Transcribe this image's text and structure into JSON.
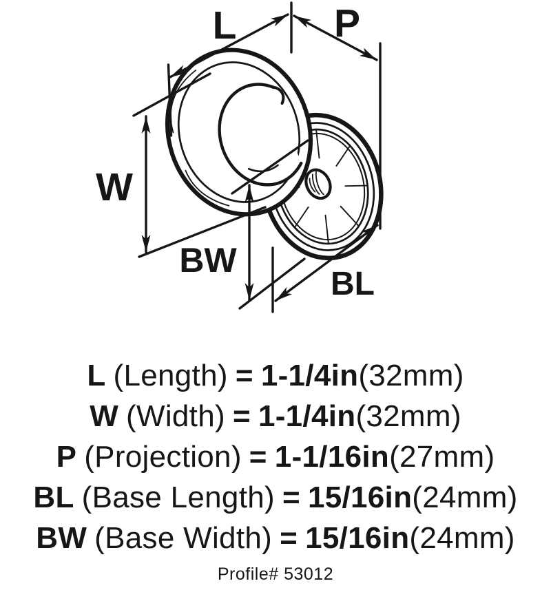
{
  "diagram": {
    "labels": {
      "length": "L",
      "projection": "P",
      "width": "W",
      "base_width": "BW",
      "base_length": "BL"
    }
  },
  "specs": [
    {
      "abbr": "L",
      "name": "(Length)",
      "equals": "=",
      "value": "1-1/4in",
      "metric": "(32mm)"
    },
    {
      "abbr": "W",
      "name": "(Width)",
      "equals": "=",
      "value": "1-1/4in",
      "metric": "(32mm)"
    },
    {
      "abbr": "P",
      "name": "(Projection)",
      "equals": "=",
      "value": "1-1/16in",
      "metric": "(27mm)"
    },
    {
      "abbr": "BL",
      "name": "(Base Length)",
      "equals": "=",
      "value": "15/16in",
      "metric": "(24mm)"
    },
    {
      "abbr": "BW",
      "name": "(Base Width)",
      "equals": "=",
      "value": "15/16in",
      "metric": "(24mm)"
    }
  ],
  "footer": {
    "profile_label": "Profile# 53012"
  },
  "colors": {
    "ink": "#161616",
    "background": "#ffffff"
  }
}
